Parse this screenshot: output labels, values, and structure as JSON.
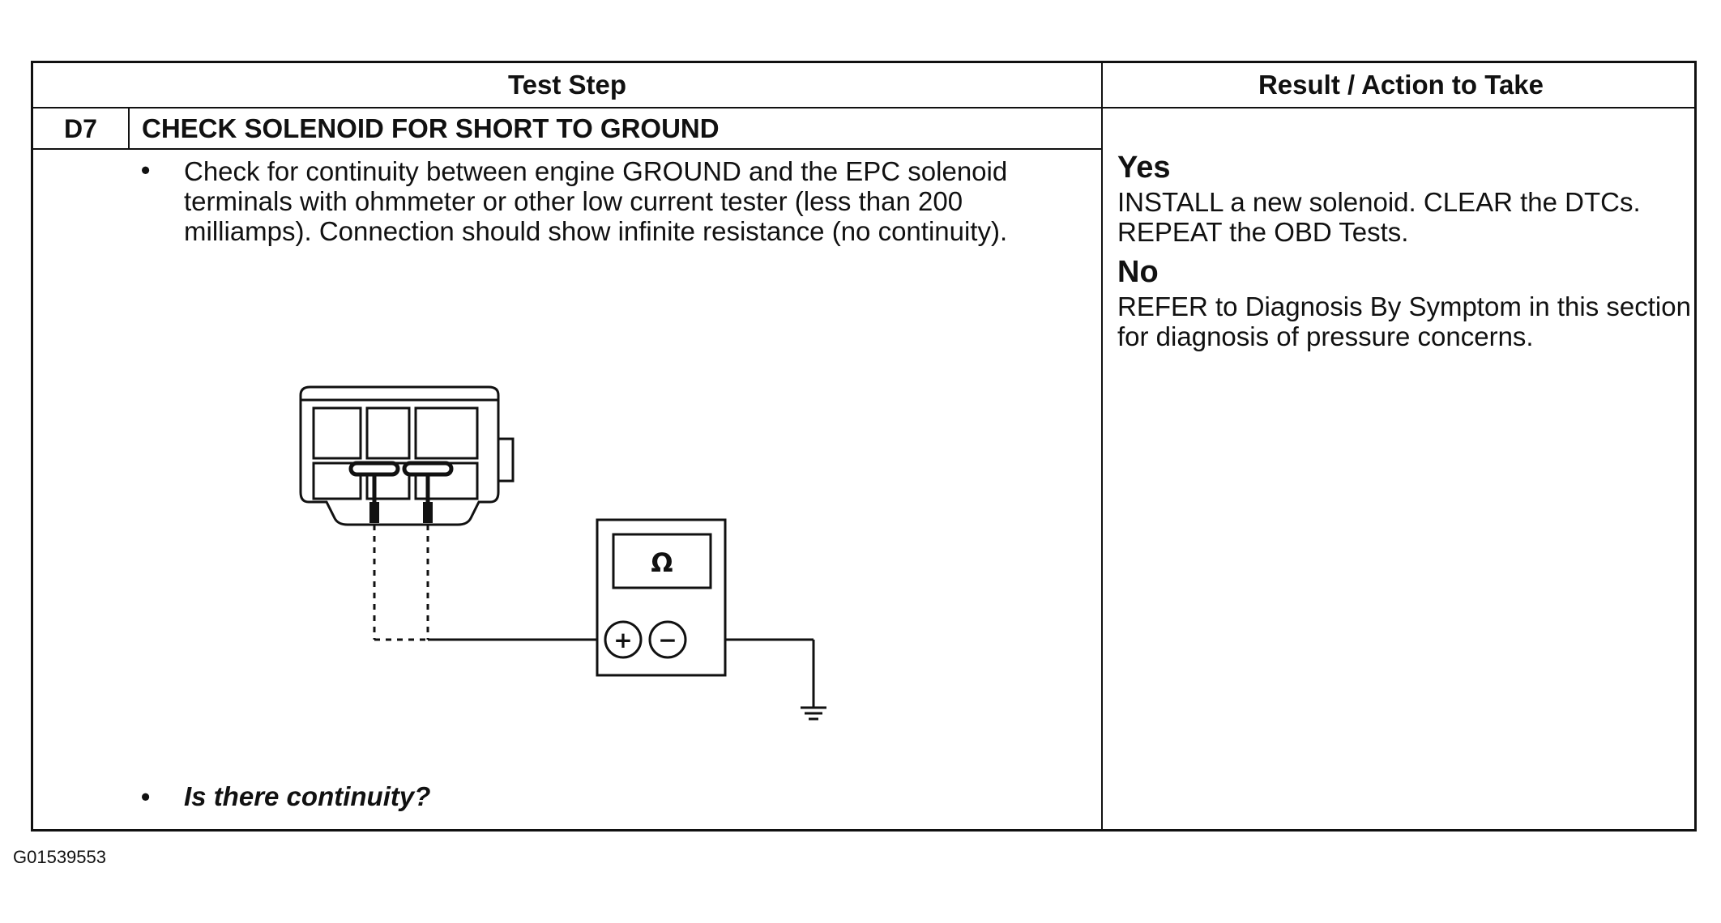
{
  "table": {
    "header_left": "Test Step",
    "header_right": "Result / Action to Take",
    "step_id": "D7",
    "step_title": "CHECK SOLENOID FOR SHORT TO GROUND",
    "bullet_symbol": "•",
    "instruction": "Check for continuity between engine GROUND and the EPC solenoid terminals with ohmmeter or other low current tester (less than 200 milliamps). Connection should show infinite resistance (no continuity).",
    "question": "Is there continuity?",
    "result_yes_label": "Yes",
    "result_yes_text": "INSTALL a new solenoid. CLEAR the DTCs. REPEAT the OBD Tests.",
    "result_no_label": "No",
    "result_no_text": "REFER to Diagnosis By Symptom in this section for diagnosis of pressure concerns."
  },
  "diagram": {
    "meter_symbol": "Ω",
    "plus_symbol": "+",
    "minus_symbol": "−",
    "icons": [
      "connector-icon",
      "ohmmeter-icon",
      "ground-symbol-icon"
    ]
  },
  "figure_id": "G01539553"
}
